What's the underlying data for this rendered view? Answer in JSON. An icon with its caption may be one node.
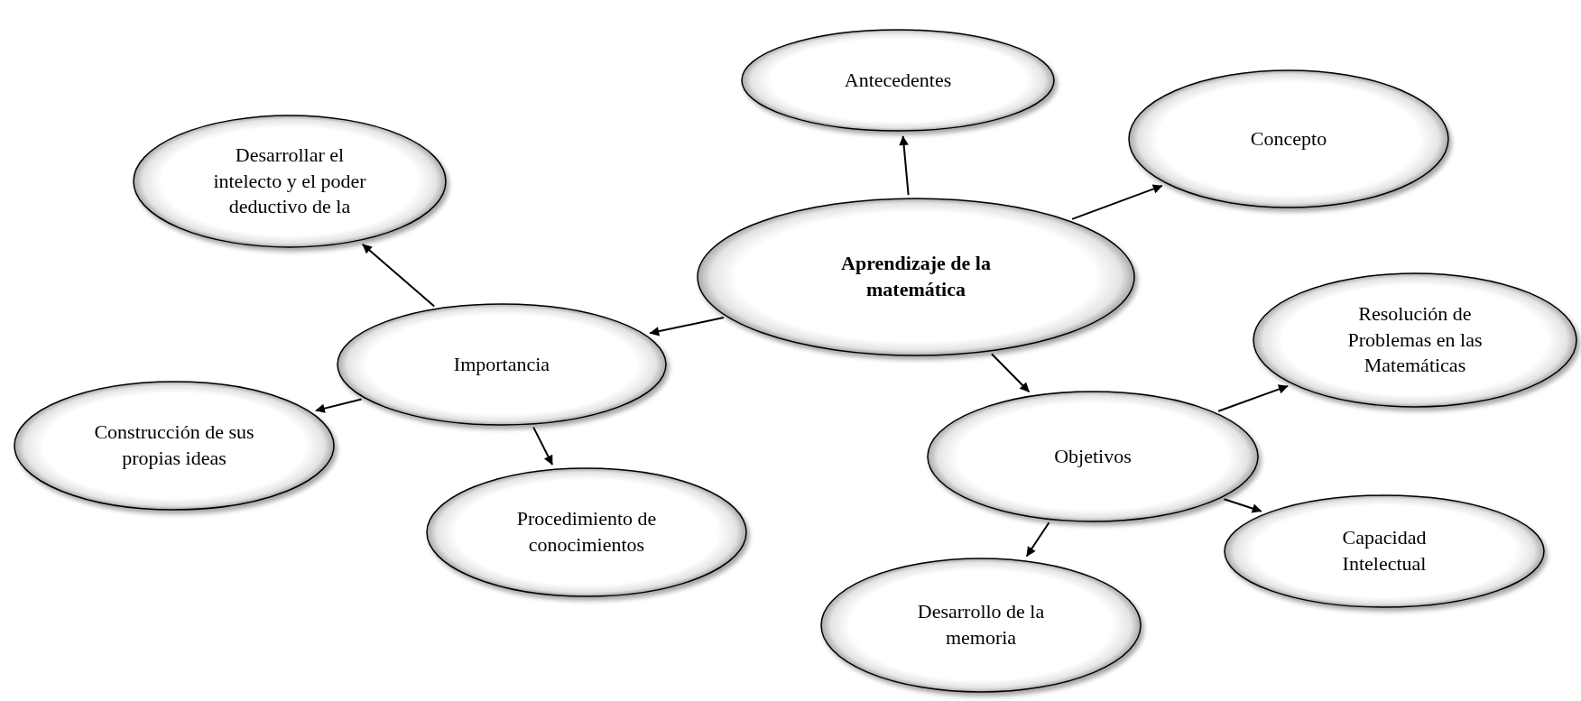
{
  "diagram": {
    "nodes": [
      {
        "text": [
          "Antecedentes"
        ]
      },
      {
        "text": [
          "Concepto"
        ]
      },
      {
        "text": [
          "Desarrollar el intelecto y el poder deductivo de la"
        ]
      },
      {
        "text": [
          "Aprendizaje de la matemática"
        ]
      },
      {
        "text": [
          "Importancia"
        ]
      },
      {
        "text": [
          "Resolución de Problemas en las Matemáticas"
        ]
      },
      {
        "text": [
          "Construcción de sus propias ideas"
        ]
      },
      {
        "text": [
          "Objetivos"
        ]
      },
      {
        "text": [
          "Procedimiento de conocimientos"
        ]
      },
      {
        "text": [
          "Capacidad Intelectual"
        ]
      },
      {
        "text": [
          "Desarrollo de la memoria"
        ]
      }
    ],
    "edges": [
      {
        "from": 3,
        "to": 0,
        "arrow": "to"
      },
      {
        "from": 3,
        "to": 1,
        "arrow": "to"
      },
      {
        "from": 3,
        "to": 4,
        "arrow": "to"
      },
      {
        "from": 3,
        "to": 7,
        "arrow": "to"
      },
      {
        "from": 4,
        "to": 2,
        "arrow": "to"
      },
      {
        "from": 4,
        "to": 6,
        "arrow": "to"
      },
      {
        "from": 4,
        "to": 8,
        "arrow": "to"
      },
      {
        "from": 7,
        "to": 5,
        "arrow": "to"
      },
      {
        "from": 7,
        "to": 9,
        "arrow": "to"
      },
      {
        "from": 7,
        "to": 10,
        "arrow": "to"
      }
    ]
  }
}
